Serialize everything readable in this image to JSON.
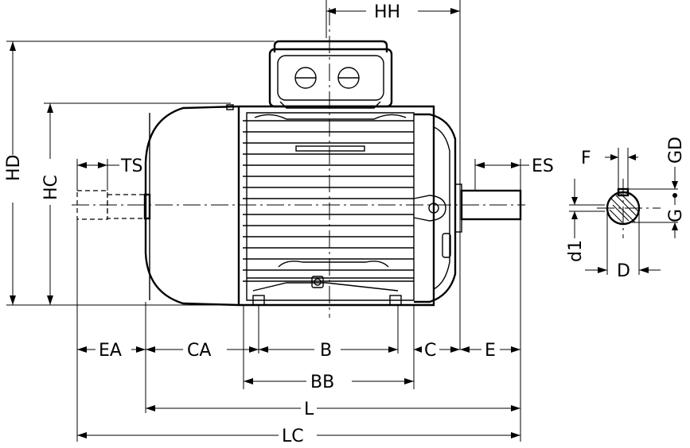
{
  "dimensions": {
    "HH": "HH",
    "HD": "HD",
    "HC": "HC",
    "TS": "TS",
    "ES": "ES",
    "F": "F",
    "GD": "GD",
    "G": "G",
    "d1": "d1",
    "D": "D",
    "EA": "EA",
    "CA": "CA",
    "B": "B",
    "C": "C",
    "E": "E",
    "BB": "BB",
    "L": "L",
    "LC": "LC"
  }
}
